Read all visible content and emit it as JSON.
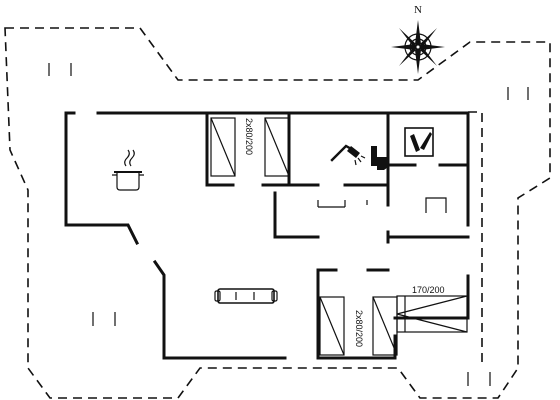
{
  "compass": {
    "north_label": "N"
  },
  "bedrooms": [
    {
      "beds_label": "2x80/200"
    },
    {
      "beds_label": "2x80/200"
    },
    {
      "beds_label": "170/200"
    }
  ],
  "icons": [
    "cooking-pot-icon",
    "shower-icon",
    "toilet-icon",
    "wine-bottles-icon",
    "sofa-icon"
  ]
}
